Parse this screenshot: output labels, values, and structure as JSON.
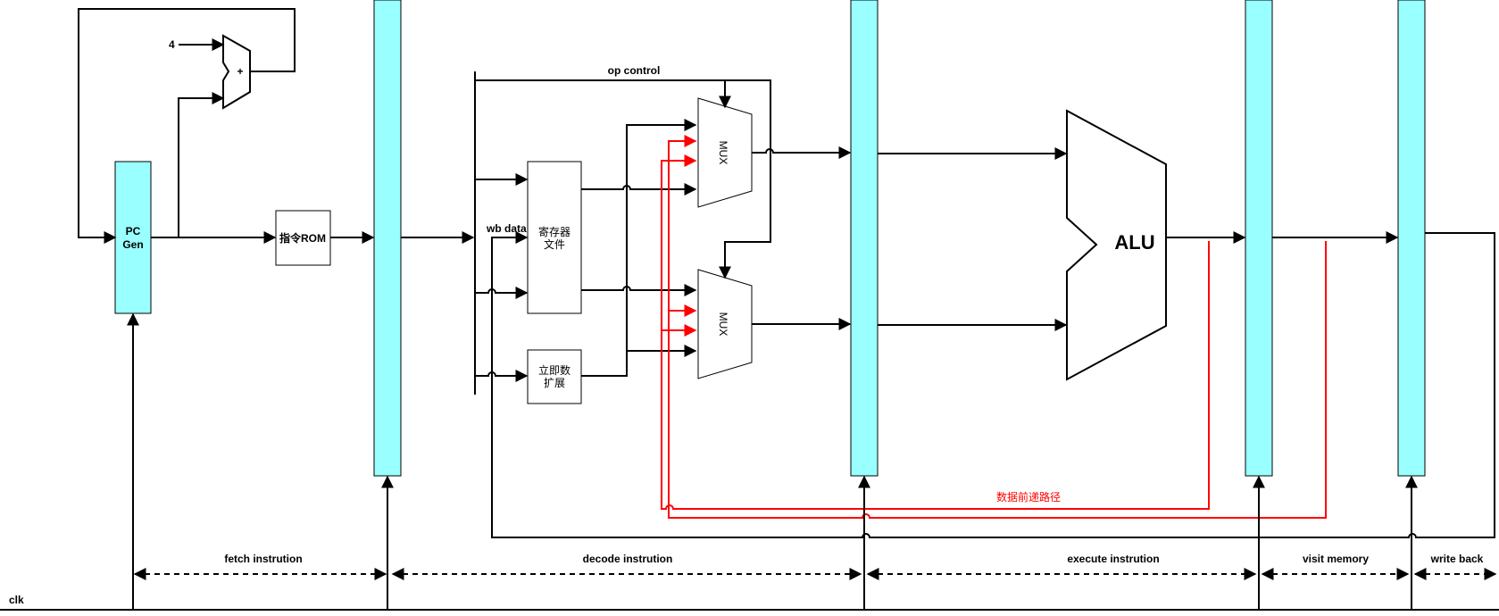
{
  "blocks": {
    "pc_gen": "PC\nGen",
    "adder_sign": "+",
    "const_four": "4",
    "instr_rom": "指令ROM",
    "reg_file": "寄存器\n文件",
    "imm_ext": "立即数\n扩展",
    "mux": "MUX",
    "alu": "ALU"
  },
  "signals": {
    "op_control": "op control",
    "wb_data": "wb data",
    "forwarding": "数据前递路径",
    "clk": "clk"
  },
  "stages": [
    {
      "label": "fetch instrution"
    },
    {
      "label": "decode instrution"
    },
    {
      "label": "execute instrution"
    },
    {
      "label": "visit memory"
    },
    {
      "label": "write back"
    }
  ],
  "colors": {
    "pipeline_register": "#99ffff",
    "forwarding_path": "#ff0000",
    "wire": "#000000"
  }
}
